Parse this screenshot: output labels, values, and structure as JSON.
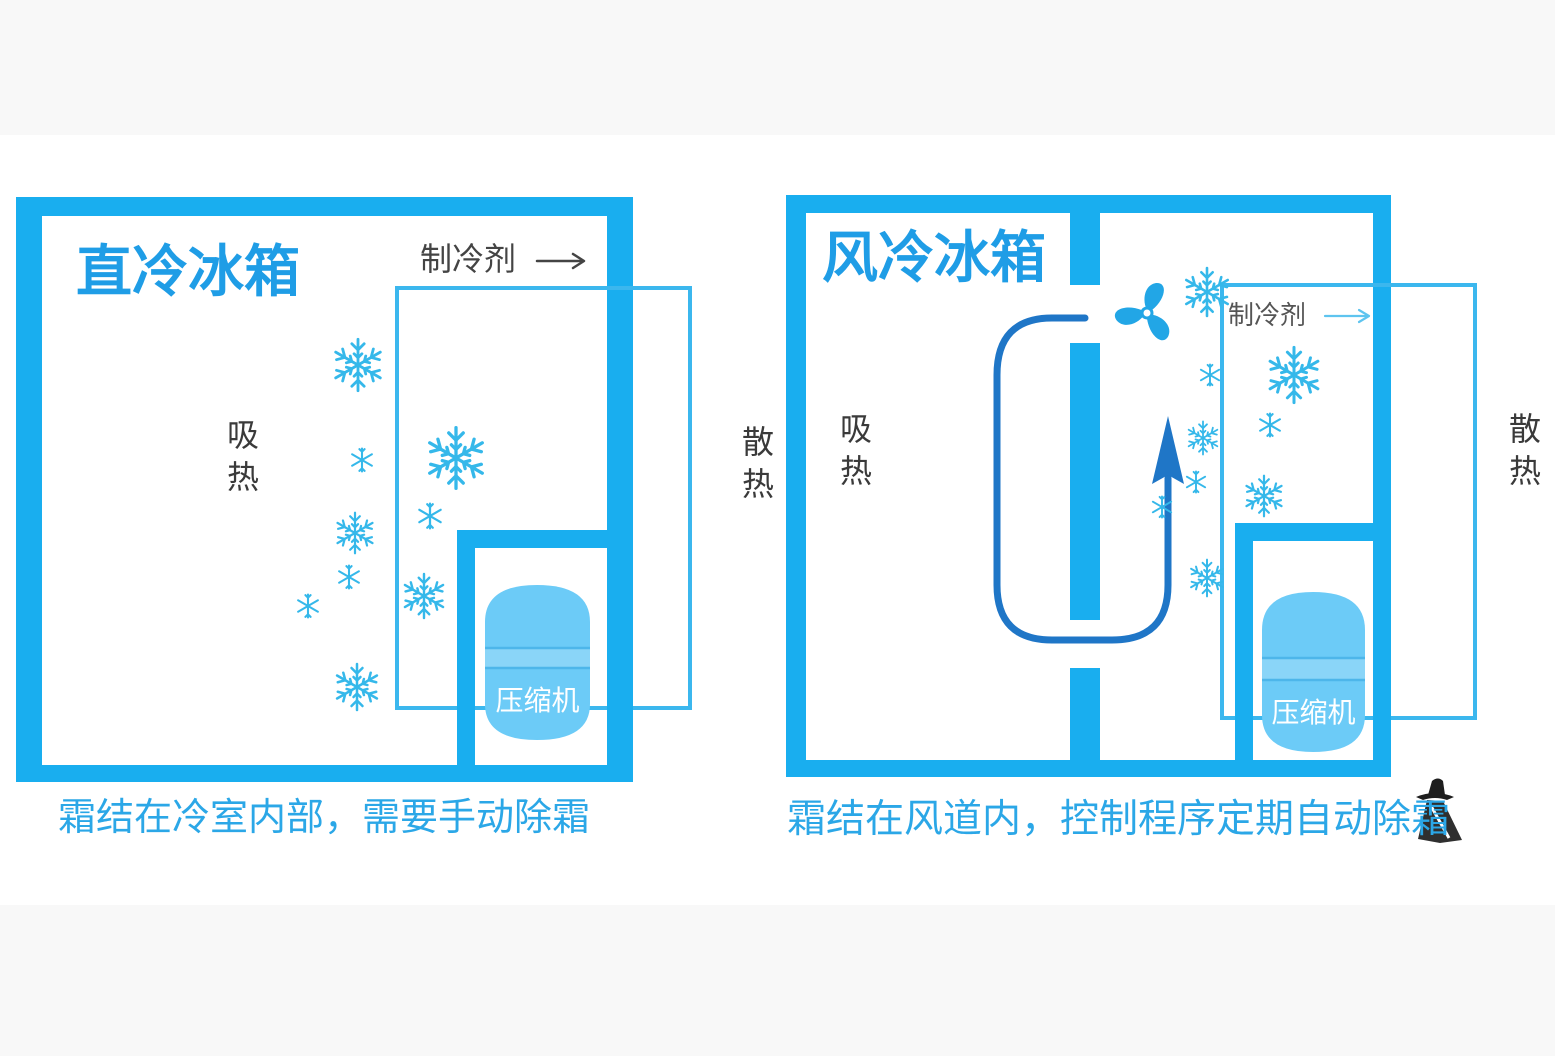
{
  "colors": {
    "wall": "#19aeef",
    "title": "#1f9de6",
    "caption": "#2ba7e7",
    "refrigerant": "#3bb7ee",
    "airflow": "#1f76c7",
    "compressor": "#6ccbf7",
    "snow": "#35b8ea",
    "fan": "#22a6e6",
    "text": "#444444"
  },
  "direct_cooling": {
    "title": "直冷冰箱",
    "refrigerant_label": "制冷剂",
    "absorb_heat": "吸热",
    "release_heat": "散热",
    "compressor_label": "压缩机",
    "caption": "霜结在冷室内部，需要手动除霜"
  },
  "air_cooling": {
    "title": "风冷冰箱",
    "refrigerant_label": "制冷剂",
    "absorb_heat": "吸热",
    "release_heat": "散热",
    "compressor_label": "压缩机",
    "caption": "霜结在风道内，控制程序定期自动除霜"
  },
  "icons": {
    "snowflake": "snowflake-icon",
    "fan": "fan-icon",
    "refrigerant_arrow": "arrow-right-icon",
    "air_flow": "air-flow-arrow-icon",
    "watermark": "watermark-icon"
  }
}
